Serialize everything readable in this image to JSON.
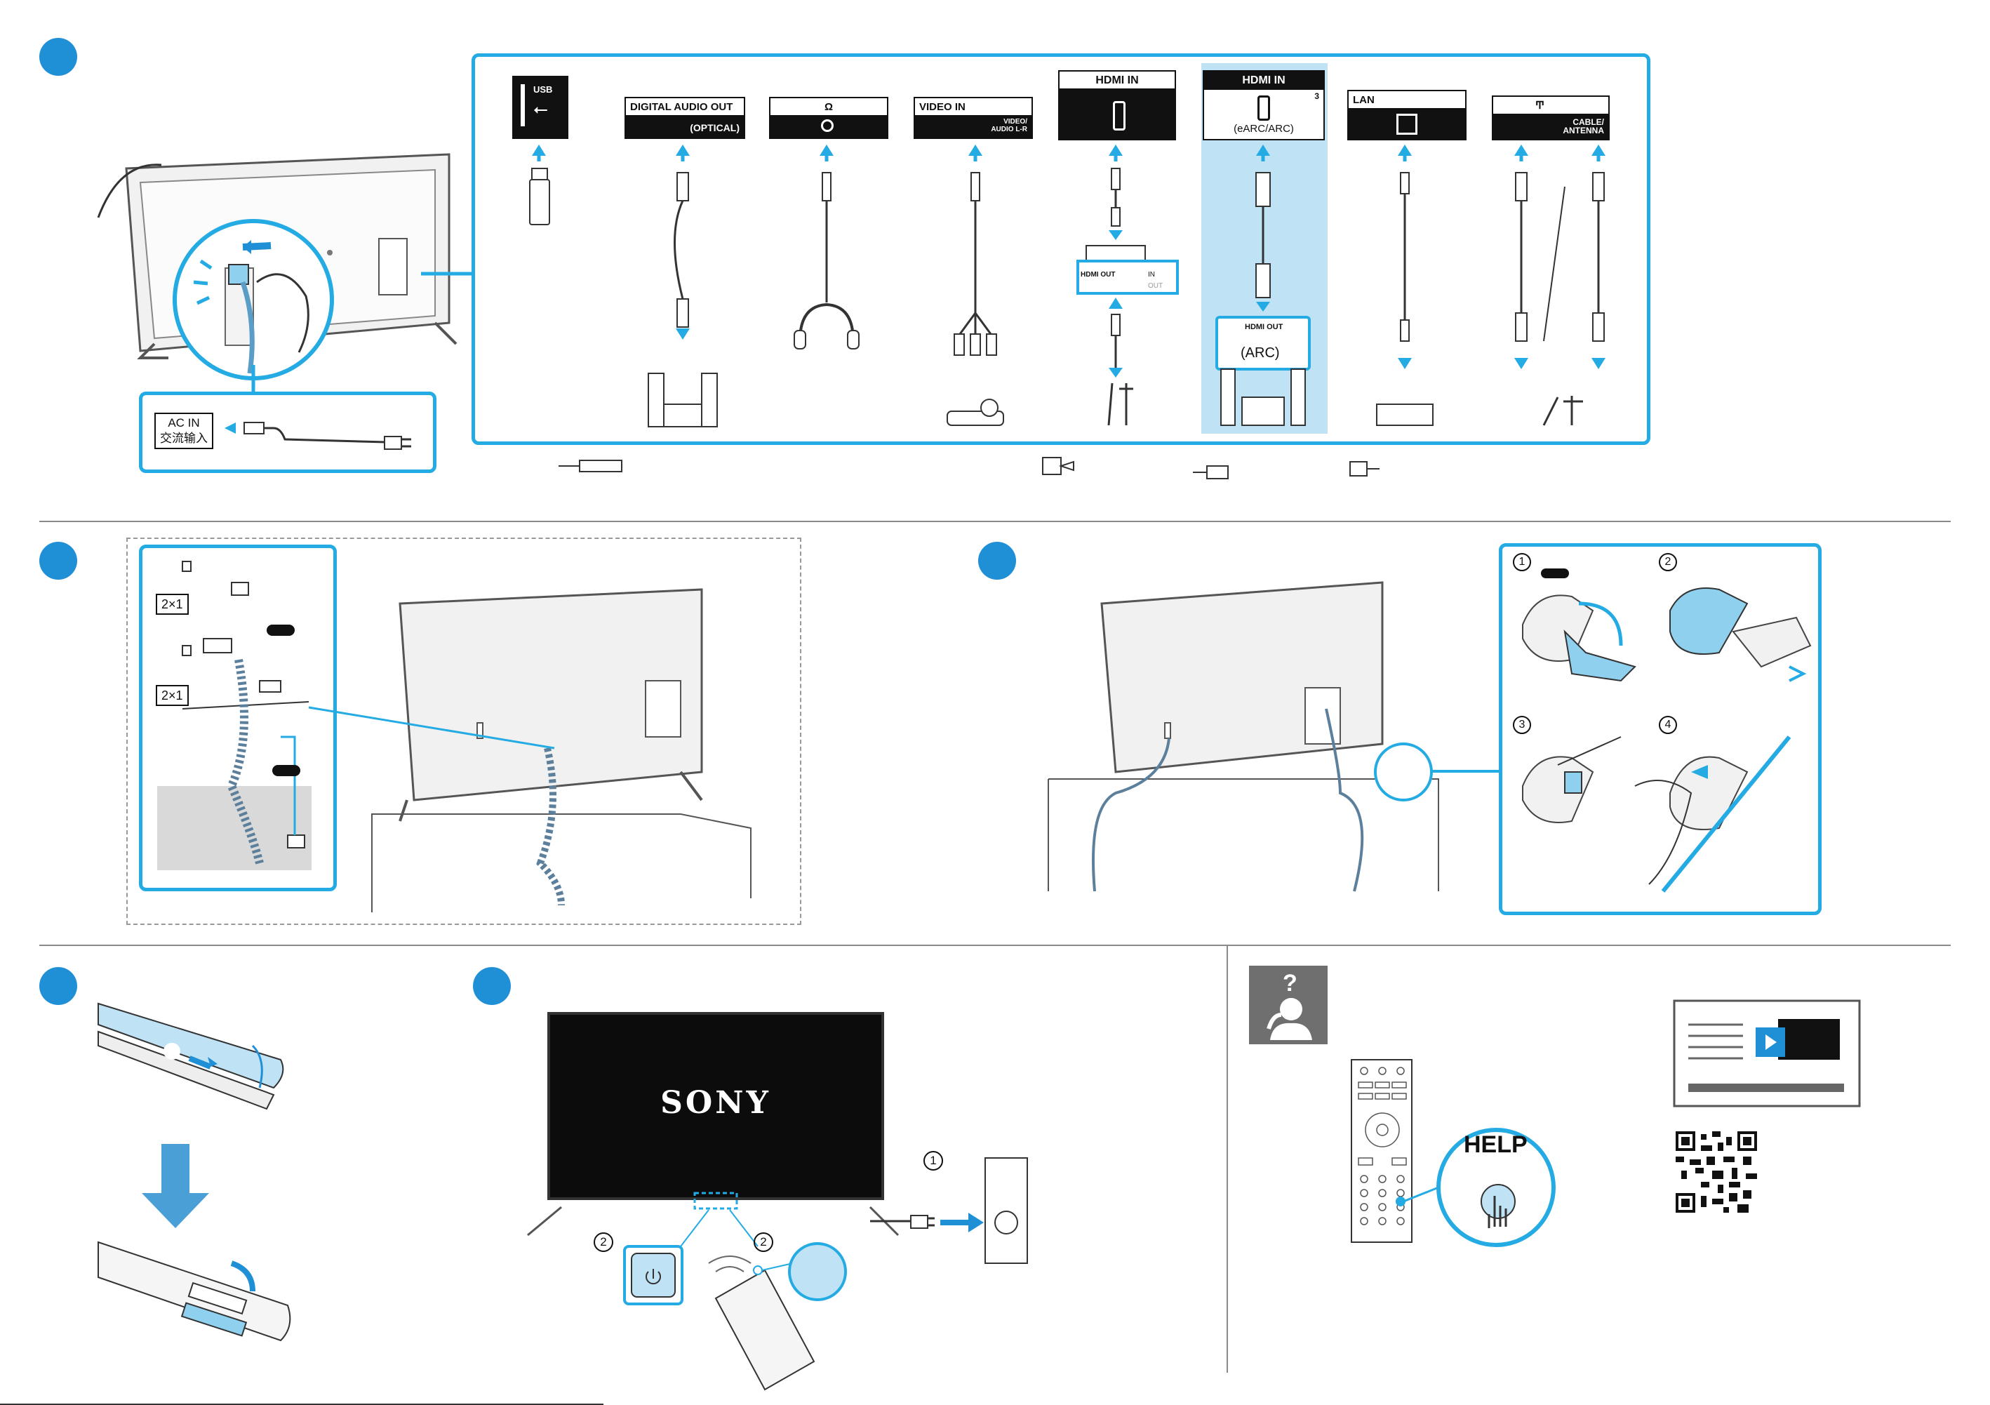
{
  "connections": {
    "ports": [
      {
        "id": "usb",
        "top": "USB",
        "sub": ""
      },
      {
        "id": "optical",
        "top": "DIGITAL AUDIO OUT",
        "sub": "(OPTICAL)"
      },
      {
        "id": "headphone",
        "top": "Ω",
        "sub": ""
      },
      {
        "id": "video",
        "top": "VIDEO IN",
        "sub": "VIDEO/\nAUDIO L-R"
      },
      {
        "id": "hdmi",
        "top": "HDMI IN",
        "sub": ""
      },
      {
        "id": "hdmi3",
        "top": "HDMI IN",
        "sub": "(eARC/ARC)",
        "num": "3"
      },
      {
        "id": "lan",
        "top": "LAN",
        "sub": ""
      },
      {
        "id": "cable",
        "top": "Ͳ",
        "sub": "CABLE/\nANTENNA"
      }
    ],
    "hdmi_out_label": "HDMI OUT",
    "in_label": "IN",
    "out_label": "OUT",
    "hdmi_out_arc": "HDMI OUT",
    "arc_label": "(ARC)"
  },
  "power": {
    "ac_in": "AC IN",
    "ac_in_cn": "交流输入"
  },
  "mount": {
    "screw_count_1": "2×1",
    "screw_count_2": "2×1"
  },
  "clip_steps": [
    "1",
    "2",
    "3",
    "4"
  ],
  "turn_on": {
    "brand": "SONY",
    "step1": "1",
    "step2a": "2",
    "step2b": "2"
  },
  "help": {
    "question": "?",
    "button": "HELP"
  },
  "colors": {
    "accent": "#25abe3",
    "dot": "#1f8fd6",
    "light": "#bfe3f5"
  }
}
